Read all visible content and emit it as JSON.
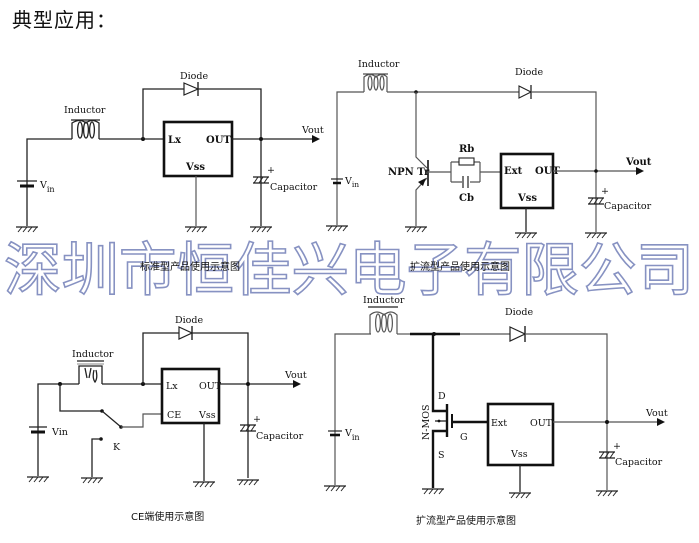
{
  "title": "典型应用：",
  "watermark": "深圳市恒佳兴电子有限公司",
  "colors": {
    "watermark": "#8792c2",
    "wire": "#222222"
  },
  "diagrams": [
    {
      "id": "standard",
      "caption": "标准型产品使用示意图",
      "labels": {
        "inductor": "Inductor",
        "diode": "Diode",
        "vin_v": "V",
        "vin_sub": "in",
        "lx": "Lx",
        "out": "OUT",
        "vss": "Vss",
        "vout": "Vout",
        "capacitor": "Capacitor",
        "plus": "+"
      }
    },
    {
      "id": "expanded-npn",
      "caption": "扩流型产品使用示意图",
      "labels": {
        "inductor": "Inductor",
        "diode": "Diode",
        "vin_v": "V",
        "vin_sub": "in",
        "npn": "NPN Tr",
        "rb": "Rb",
        "cb": "Cb",
        "ext": "Ext",
        "out": "OUT",
        "vss": "Vss",
        "vout": "Vout",
        "capacitor": "Capacitor",
        "plus": "+"
      }
    },
    {
      "id": "ce",
      "caption": "CE端使用示意图",
      "labels": {
        "inductor": "Inductor",
        "diode": "Diode",
        "vin": "Vin",
        "lx": "Lx",
        "out": "OUT",
        "ce": "CE",
        "vss": "Vss",
        "vout": "Vout",
        "capacitor": "Capacitor",
        "k": "K",
        "plus": "+"
      }
    },
    {
      "id": "expanded-nmos",
      "caption": "扩流型产品使用示意图",
      "labels": {
        "inductor": "Inductor",
        "diode": "Diode",
        "vin_v": "V",
        "vin_sub": "in",
        "nmos": "N-MOS",
        "d": "D",
        "g": "G",
        "s": "S",
        "ext": "Ext",
        "out": "OUT",
        "vss": "Vss",
        "vout": "Vout",
        "capacitor": "Capacitor",
        "plus": "+"
      }
    }
  ]
}
